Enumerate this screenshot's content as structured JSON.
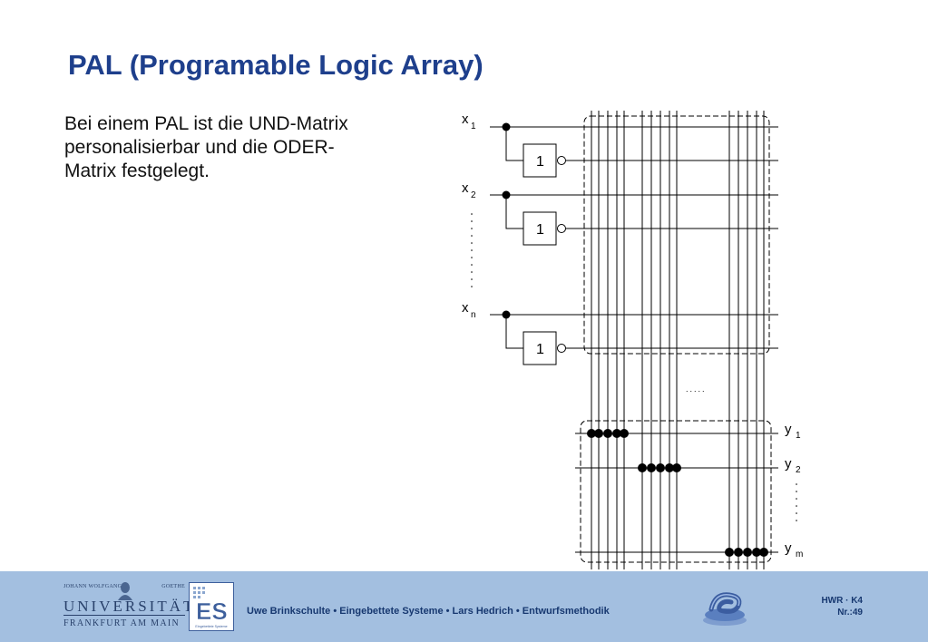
{
  "slide": {
    "title": "PAL (Programable Logic Array)",
    "body_lines": [
      "Bei einem PAL ist die UND-Matrix",
      "personalisierbar und die ODER-",
      "Matrix festgelegt."
    ]
  },
  "diagram": {
    "inputs": [
      {
        "var": "x",
        "sub": "1"
      },
      {
        "var": "x",
        "sub": "2"
      },
      {
        "var": "x",
        "sub": "n"
      }
    ],
    "gate_label": "1",
    "outputs": [
      {
        "var": "y",
        "sub": "1"
      },
      {
        "var": "y",
        "sub": "2"
      },
      {
        "var": "y",
        "sub": "m"
      }
    ],
    "ellipsis": ".....",
    "dots_per_output": 5
  },
  "footer": {
    "uni_top_left": "JOHANN WOLFGANG",
    "uni_top_right": "GOETHE",
    "uni_name": "UNIVERSITÄT",
    "uni_city": "FRANKFURT AM MAIN",
    "es_letters": "ES",
    "es_caption": "Eingebettete Systeme",
    "credits": "Uwe Brinkschulte • Eingebettete Systeme • Lars Hedrich • Entwurfsmethodik",
    "page_ref_1": "HWR · K4",
    "page_ref_2": "Nr.:49"
  },
  "colors": {
    "title": "#1e3f8c",
    "footer_bg": "#a3bfe0",
    "footer_text": "#173870"
  }
}
